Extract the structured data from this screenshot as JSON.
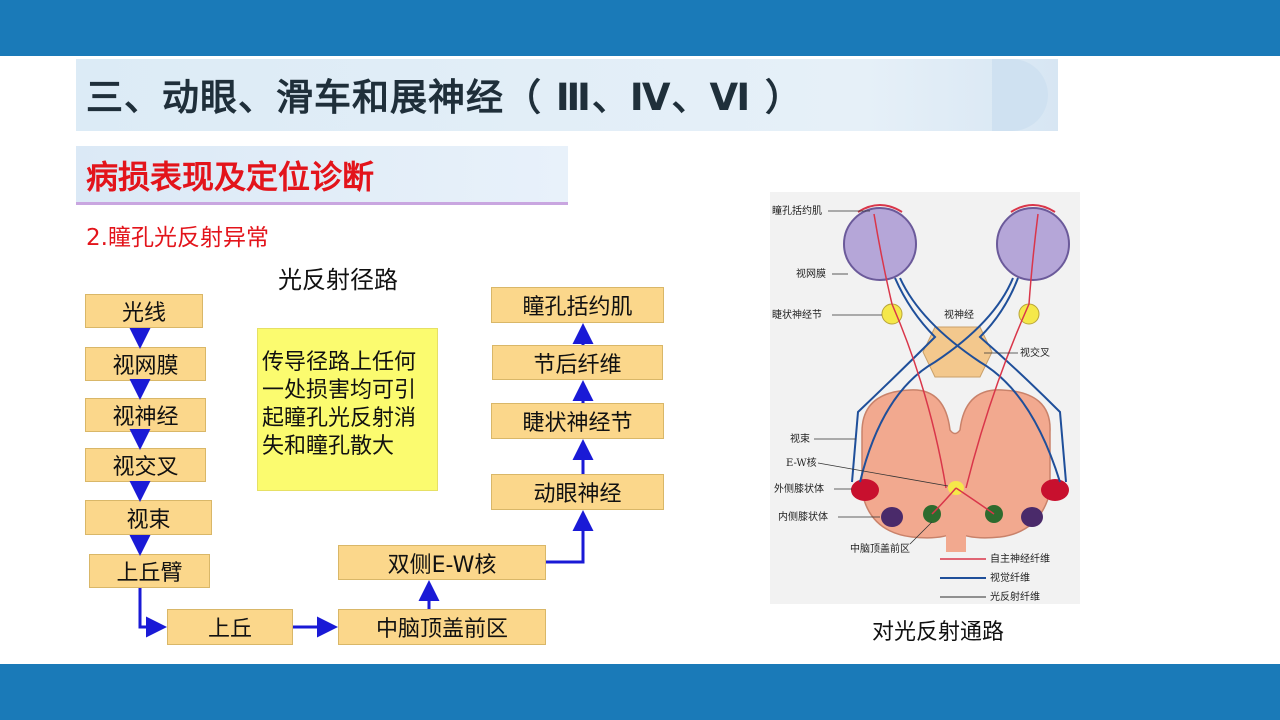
{
  "slide": {
    "title": "三、动眼、滑车和展神经（ Ⅲ、Ⅳ、Ⅵ ）",
    "subtitle": "病损表现及定位诊断",
    "section_label": "2.瞳孔光反射异常",
    "diagram_title": "光反射径路",
    "note": "传导径路上任何一处损害均可引起瞳孔光反射消失和瞳孔散大",
    "caption": "对光反射通路"
  },
  "flow": {
    "left": [
      "光线",
      "视网膜",
      "视神经",
      "视交叉",
      "视束",
      "上丘臂"
    ],
    "bottom": [
      "上丘",
      "中脑顶盖前区"
    ],
    "right": [
      "双侧E-W核",
      "动眼神经",
      "睫状神经节",
      "节后纤维",
      "瞳孔括约肌"
    ]
  },
  "anatomy": {
    "labels": {
      "sphincter": "瞳孔括约肌",
      "retina": "视网膜",
      "ciliary_ganglion": "睫状神经节",
      "optic_nerve": "视神经",
      "chiasm": "视交叉",
      "optic_tract": "视束",
      "ew_nucleus": "E-W核",
      "lgb": "外侧膝状体",
      "mgb": "内侧膝状体",
      "pretectal": "中脑顶盖前区"
    },
    "legend": {
      "autonomic": "自主神经纤维",
      "visual": "视觉纤维",
      "reflex": "光反射纤维"
    },
    "colors": {
      "autonomic": "#d9364a",
      "visual": "#1f4f9a",
      "reflex": "#555555"
    }
  },
  "colors": {
    "bar": "#1a7ab8",
    "box": "#fbd78b",
    "note": "#fbfb6f",
    "arrow": "#1a1ad6",
    "subtitle": "#e3141b"
  }
}
